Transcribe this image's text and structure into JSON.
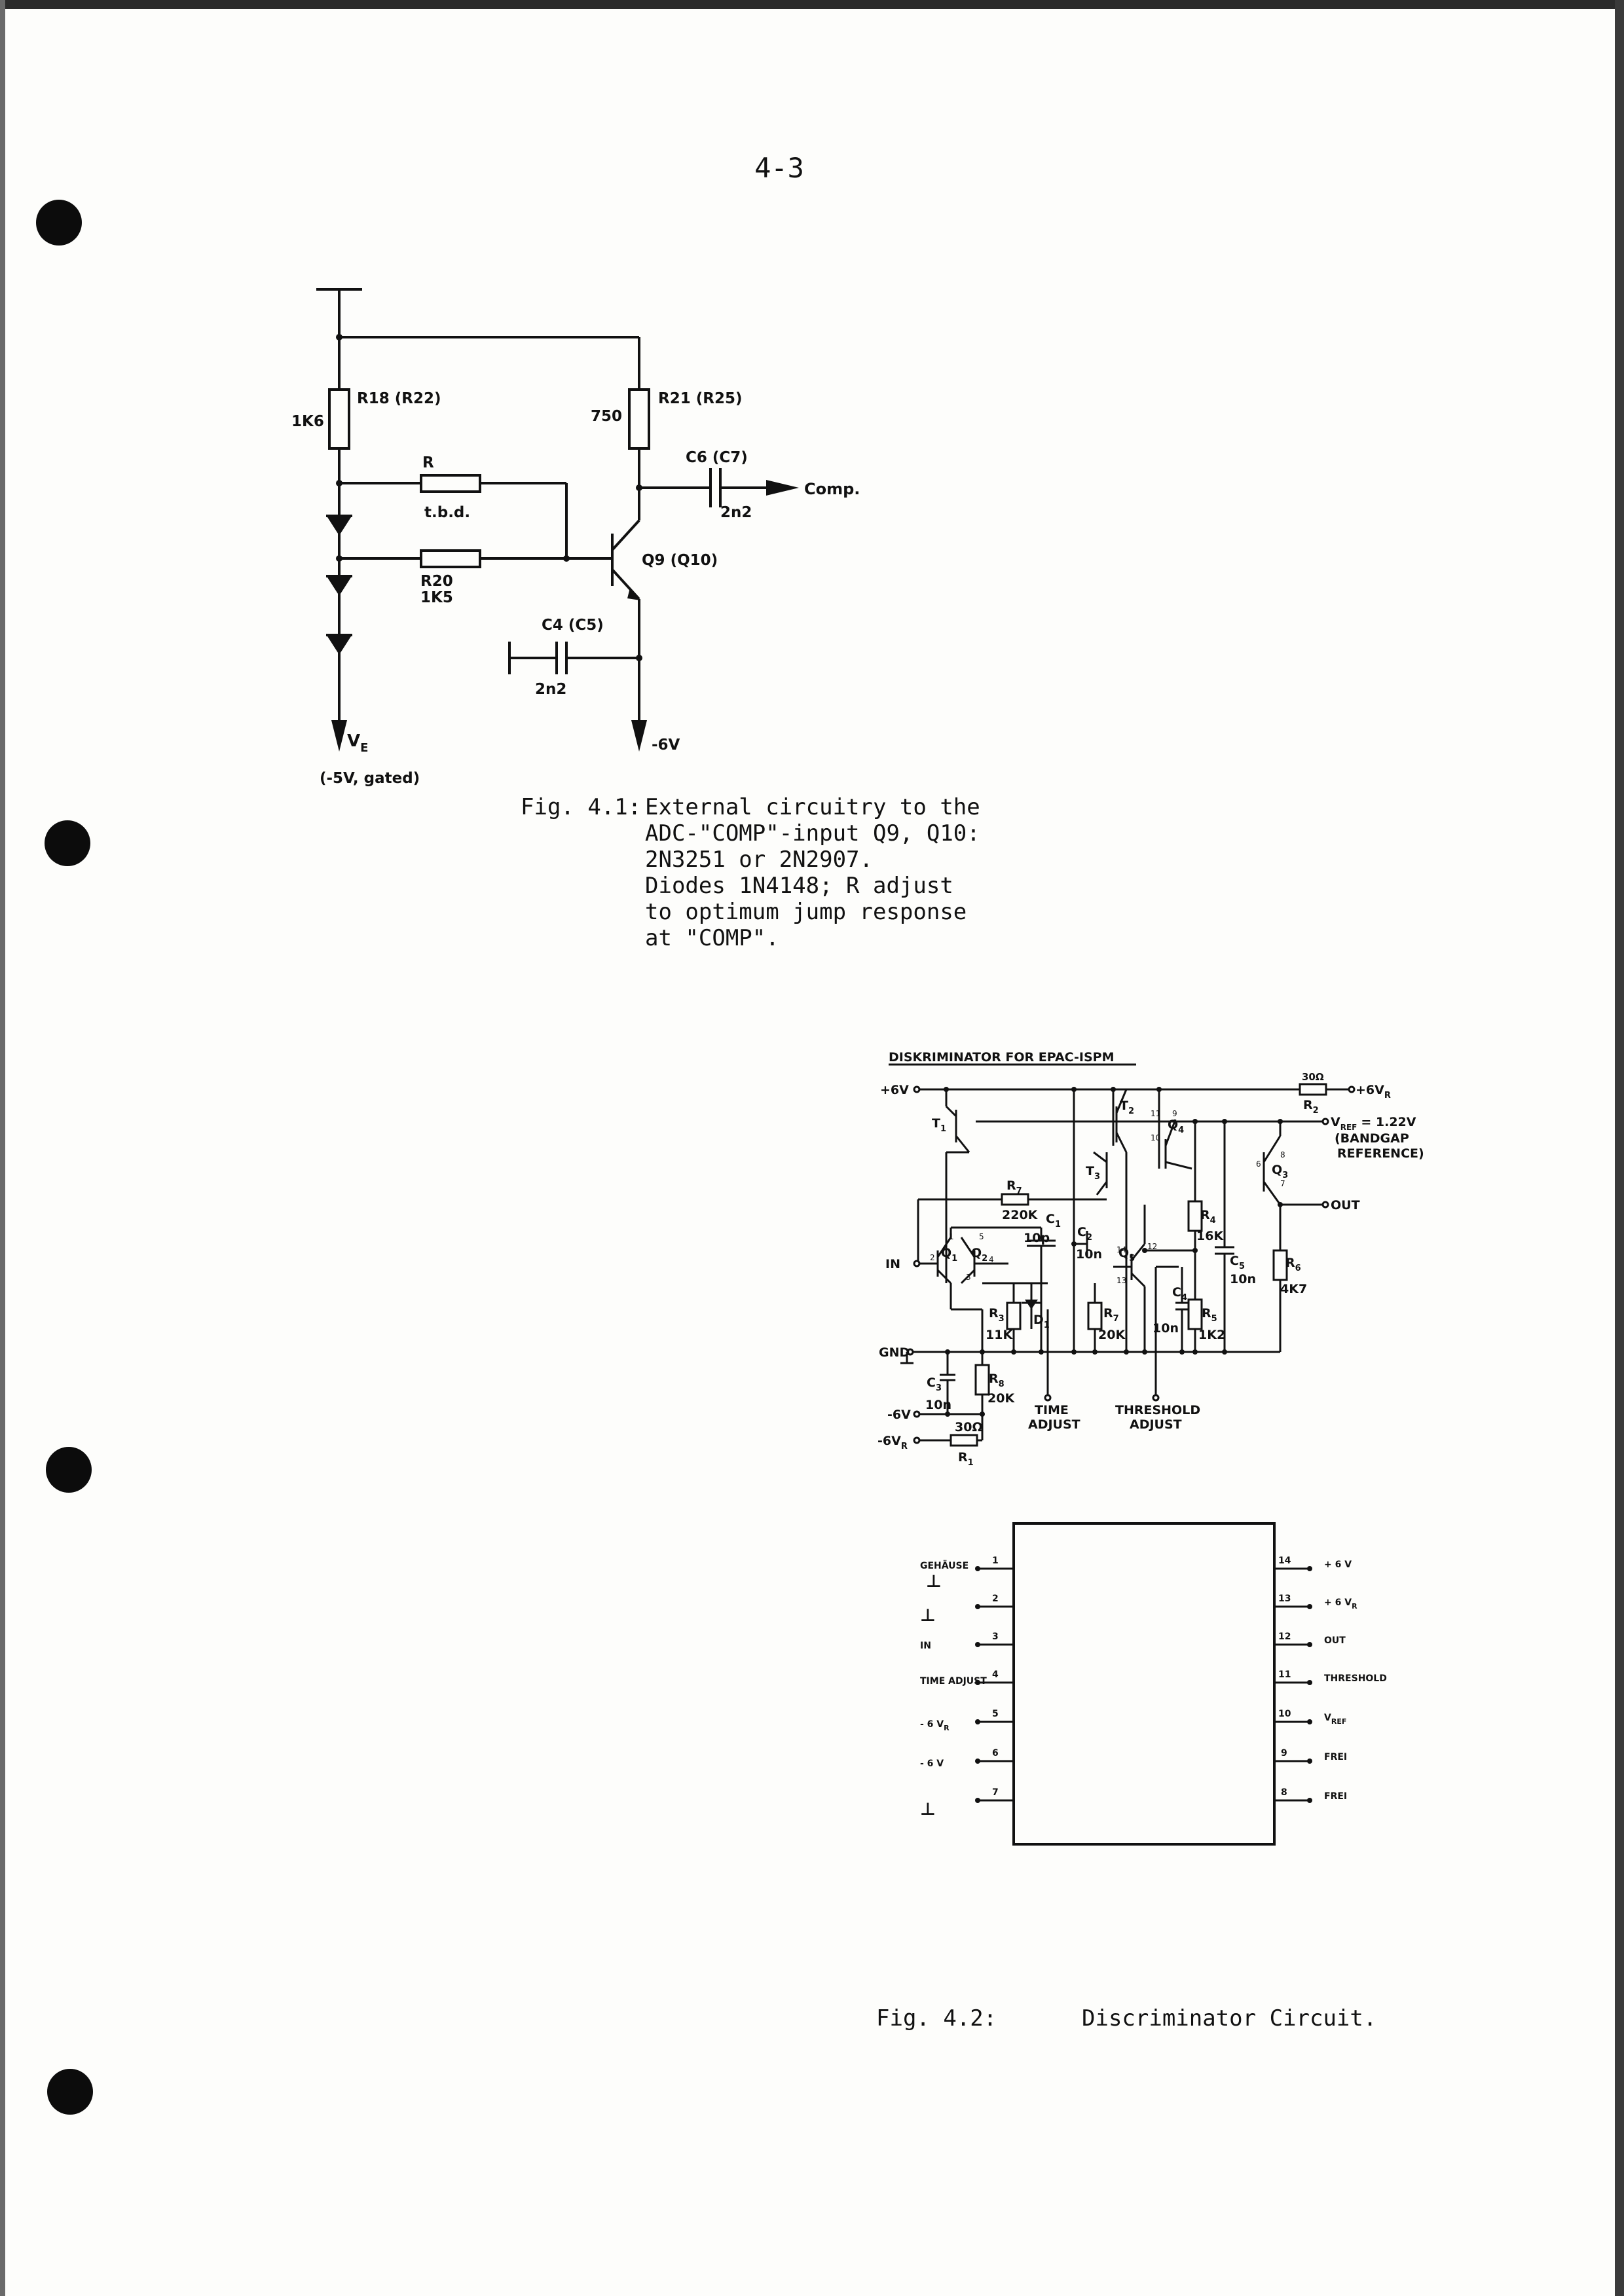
{
  "page": {
    "number": "4-3"
  },
  "fig41": {
    "caption_tag": "Fig. 4.1:",
    "caption_lines": [
      "External circuitry to the",
      "ADC-\"COMP\"-input Q9, Q10:",
      "2N3251 or 2N2907.",
      "Diodes 1N4148; R adjust",
      "to optimum jump response",
      "at \"COMP\"."
    ],
    "labels": {
      "r18": "R18 (R22)",
      "r18_value": "1K6",
      "r21": "R21 (R25)",
      "r21_value": "750",
      "c6": "C6 (C7)",
      "c6_value": "2n2",
      "comp": "Comp.",
      "r": "R",
      "r_value": "t.b.d.",
      "r20": "R20",
      "r20_value": "1K5",
      "q9": "Q9 (Q10)",
      "c4": "C4 (C5)",
      "c4_value": "2n2",
      "ve": "V",
      "ve_sub": "E",
      "ve_note": "(-5V, gated)",
      "minus6v": "-6V"
    }
  },
  "fig42": {
    "caption_tag": "Fig. 4.2:",
    "caption_text": "Discriminator Circuit.",
    "schematic": {
      "title": "DISKRIMINATOR FOR EPAC-ISPM",
      "plus6v": "+6V",
      "r2_value": "30Ω",
      "r2": "R",
      "r2_sub": "2",
      "plus6vr": "+6V",
      "plus6vr_sub": "R",
      "vref": "V",
      "vref_sub": "REF",
      "vref_value": "= 1.22V",
      "bandgap_1": "(BANDGAP",
      "bandgap_2": "REFERENCE)",
      "out": "OUT",
      "in": "IN",
      "gnd": "GND",
      "t1": "T",
      "t1_sub": "1",
      "t2": "T",
      "t2_sub": "2",
      "t3": "T",
      "t3_sub": "3",
      "q1": "Q",
      "q1_sub": "1",
      "q2": "Q",
      "q2_sub": "2",
      "q3": "Q",
      "q3_sub": "3",
      "q4": "Q",
      "q4_sub": "4",
      "q5": "Q",
      "q5_sub": "5",
      "r7_top": "R",
      "r7_top_sub": "7",
      "r7_top_value": "220K",
      "c1": "C",
      "c1_sub": "1",
      "c1_value": "10p",
      "c2": "C",
      "c2_sub": "2",
      "c2_value": "10n",
      "r4": "R",
      "r4_sub": "4",
      "r4_value": "16K",
      "c5": "C",
      "c5_sub": "5",
      "c5_value": "10n",
      "r6": "R",
      "r6_sub": "6",
      "r6_value": "4K7",
      "r3": "R",
      "r3_sub": "3",
      "r3_value": "11K",
      "d1": "D",
      "d1_sub": "1",
      "r7_mid": "R",
      "r7_mid_sub": "7",
      "r7_mid_value": "20K",
      "c4": "C",
      "c4_sub": "4",
      "c4_value": "10n",
      "r5": "R",
      "r5_sub": "5",
      "r5_value": "1K2",
      "c3": "C",
      "c3_sub": "3",
      "c3_value": "10n",
      "r8": "R",
      "r8_sub": "8",
      "r8_value": "20K",
      "minus6v": "-6V",
      "minus6vr": "-6V",
      "minus6vr_sub": "R",
      "r1_value": "30Ω",
      "r1": "R",
      "r1_sub": "1",
      "time_adjust_1": "TIME",
      "time_adjust_2": "ADJUST",
      "threshold_adjust_1": "THRESHOLD",
      "threshold_adjust_2": "ADJUST",
      "pin_labels": [
        "2",
        "1",
        "3",
        "5",
        "4",
        "14",
        "12",
        "13",
        "11",
        "9",
        "10",
        "6",
        "8",
        "7"
      ]
    },
    "package": {
      "left_pins": [
        {
          "num": "1",
          "label": "GEHÄUSE",
          "symbol": "⊥"
        },
        {
          "num": "2",
          "label": "",
          "symbol": "⊥"
        },
        {
          "num": "3",
          "label": "IN",
          "symbol": ""
        },
        {
          "num": "4",
          "label": "TIME ADJUST",
          "symbol": ""
        },
        {
          "num": "5",
          "label": "- 6 V",
          "sub": "R",
          "symbol": ""
        },
        {
          "num": "6",
          "label": "- 6 V",
          "symbol": ""
        },
        {
          "num": "7",
          "label": "",
          "symbol": "⊥"
        }
      ],
      "right_pins": [
        {
          "num": "14",
          "label": "+ 6 V"
        },
        {
          "num": "13",
          "label": "+ 6 V",
          "sub": "R"
        },
        {
          "num": "12",
          "label": "OUT"
        },
        {
          "num": "11",
          "label": "THRESHOLD"
        },
        {
          "num": "10",
          "label": "V",
          "sub": "REF"
        },
        {
          "num": "9",
          "label": "FREI"
        },
        {
          "num": "8",
          "label": "FREI"
        }
      ]
    }
  }
}
